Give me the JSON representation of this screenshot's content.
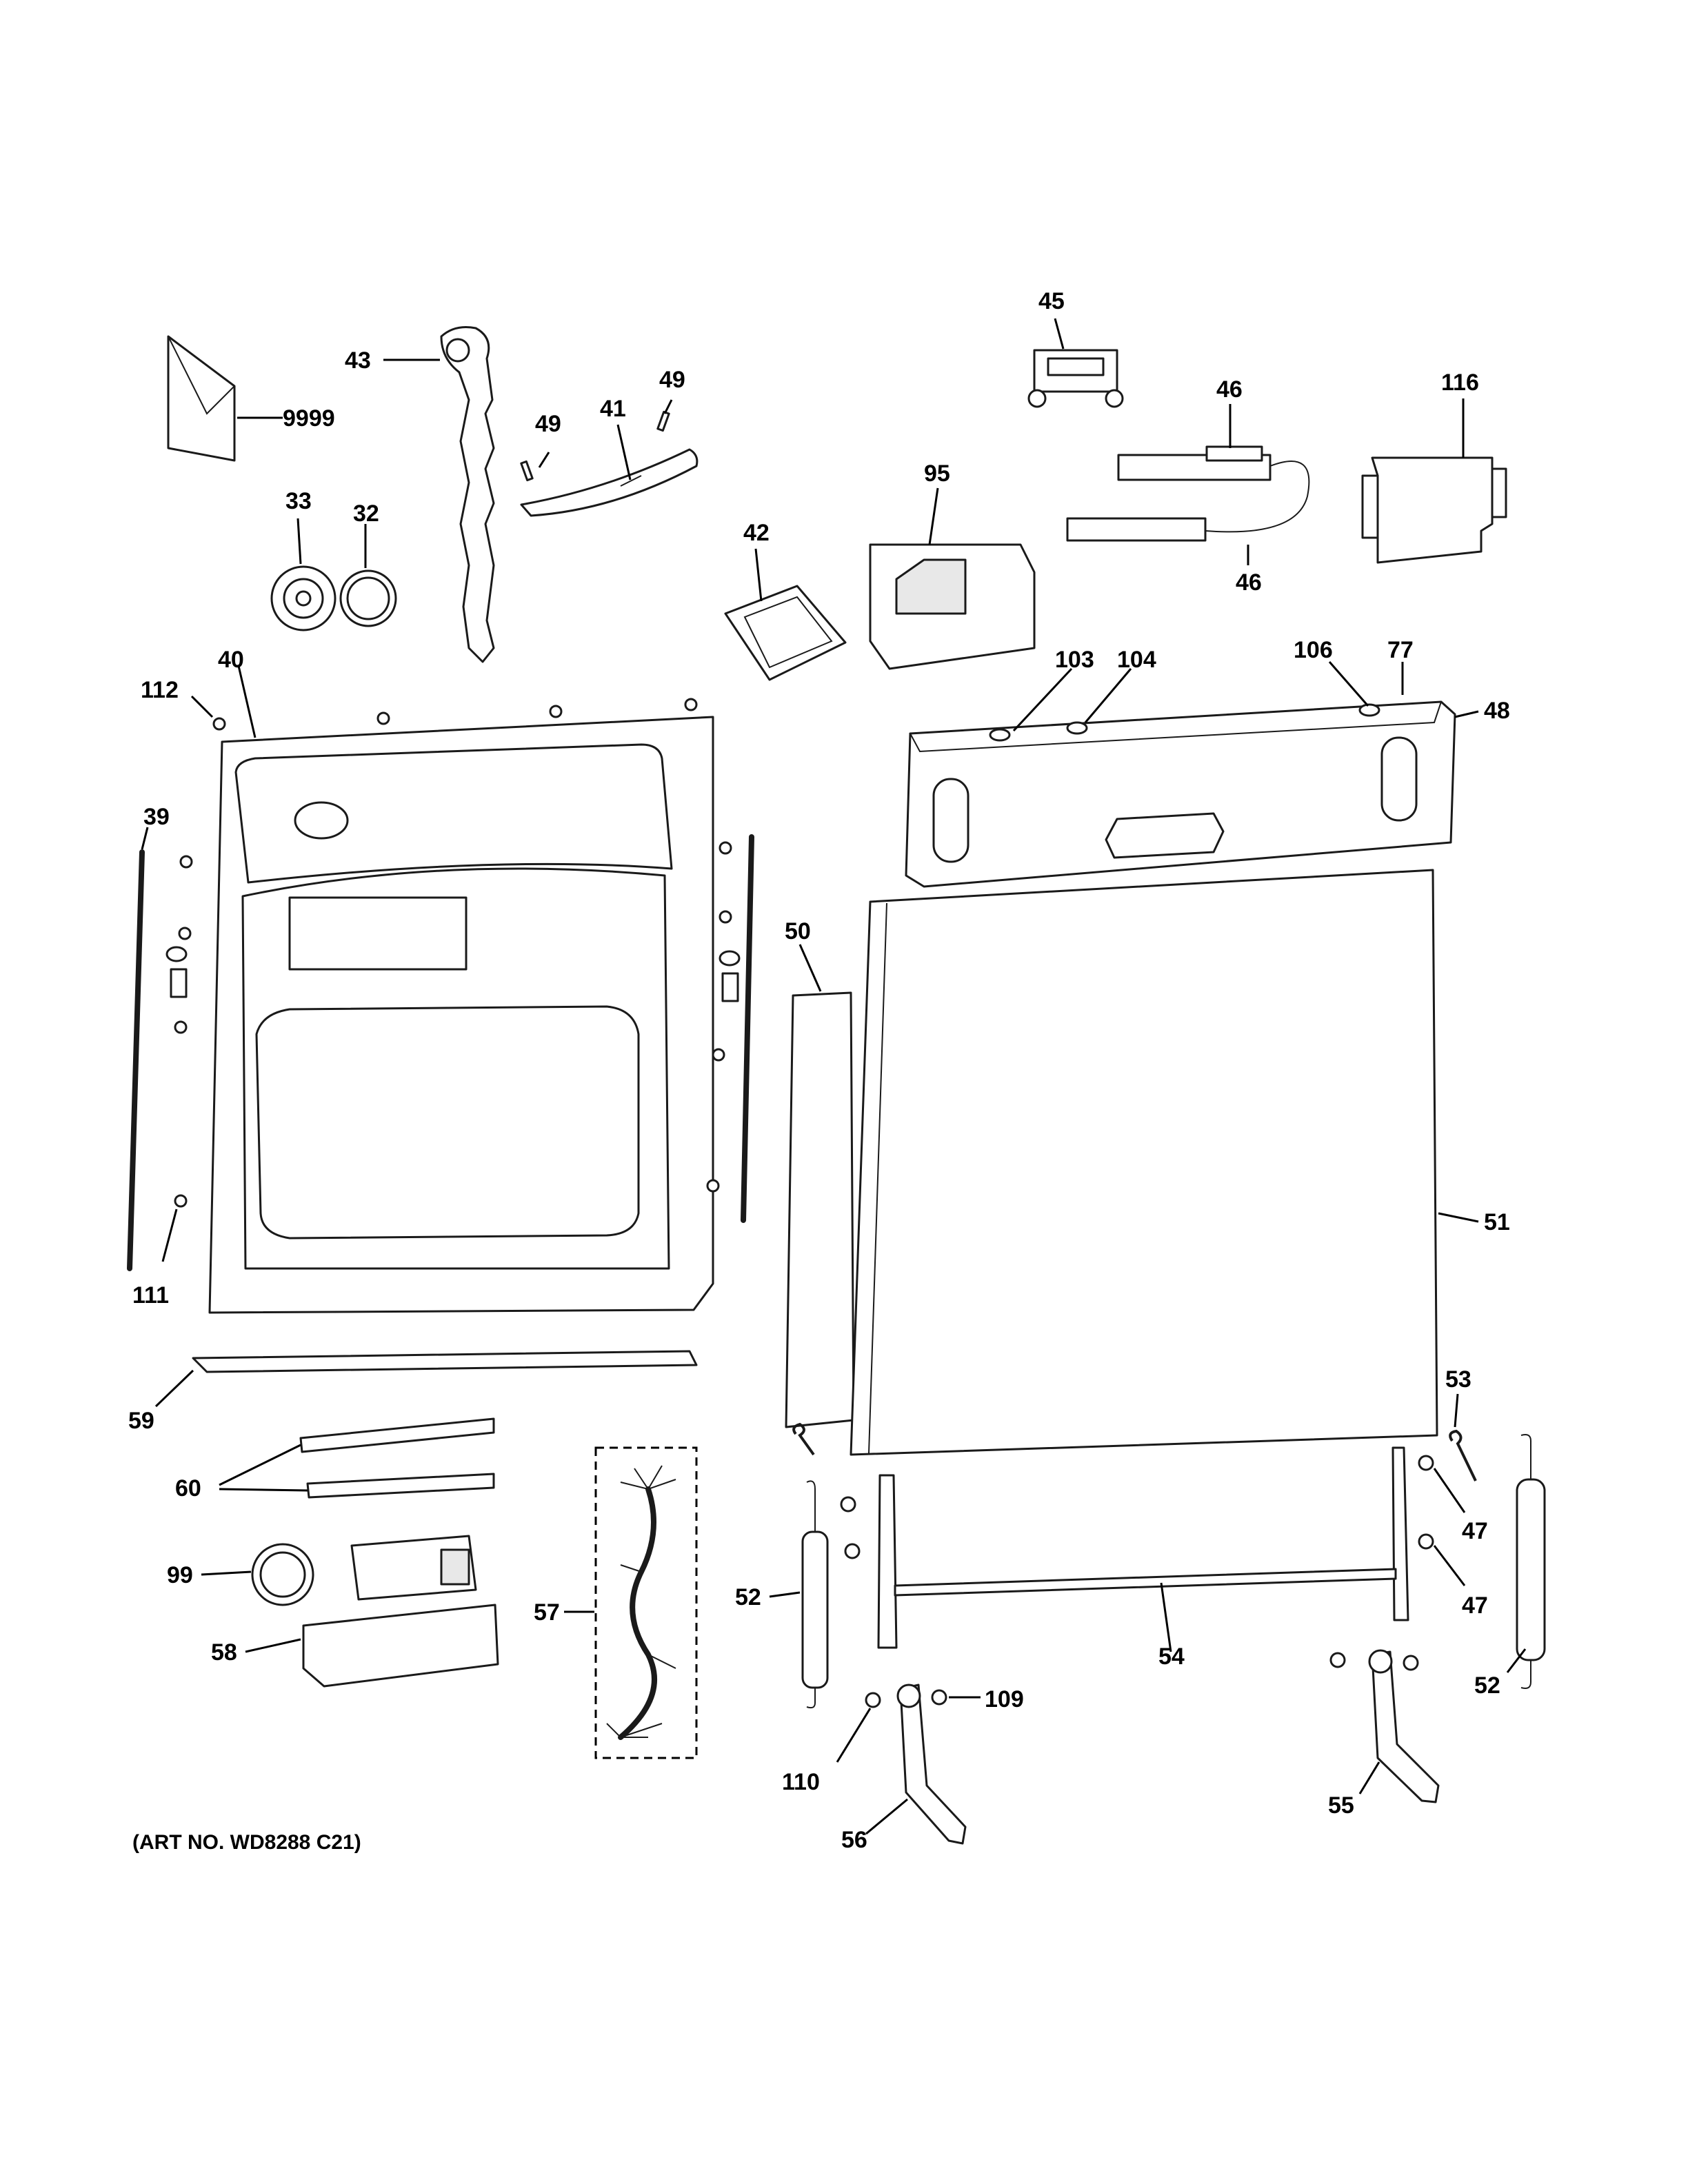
{
  "art_number": "(ART NO. WD8288 C21)",
  "callouts": {
    "c9999": "9999",
    "c43": "43",
    "c49a": "49",
    "c49b": "49",
    "c41": "41",
    "c33": "33",
    "c32": "32",
    "c45": "45",
    "c46a": "46",
    "c46b": "46",
    "c116": "116",
    "c95": "95",
    "c42": "42",
    "c40": "40",
    "c112": "112",
    "c39": "39",
    "c111": "111",
    "c103": "103",
    "c104": "104",
    "c106": "106",
    "c77": "77",
    "c48": "48",
    "c50": "50",
    "c51": "51",
    "c59": "59",
    "c60": "60",
    "c99": "99",
    "c58": "58",
    "c57": "57",
    "c53": "53",
    "c52a": "52",
    "c52b": "52",
    "c47a": "47",
    "c47b": "47",
    "c54": "54",
    "c109": "109",
    "c110": "110",
    "c56": "56",
    "c55": "55"
  }
}
